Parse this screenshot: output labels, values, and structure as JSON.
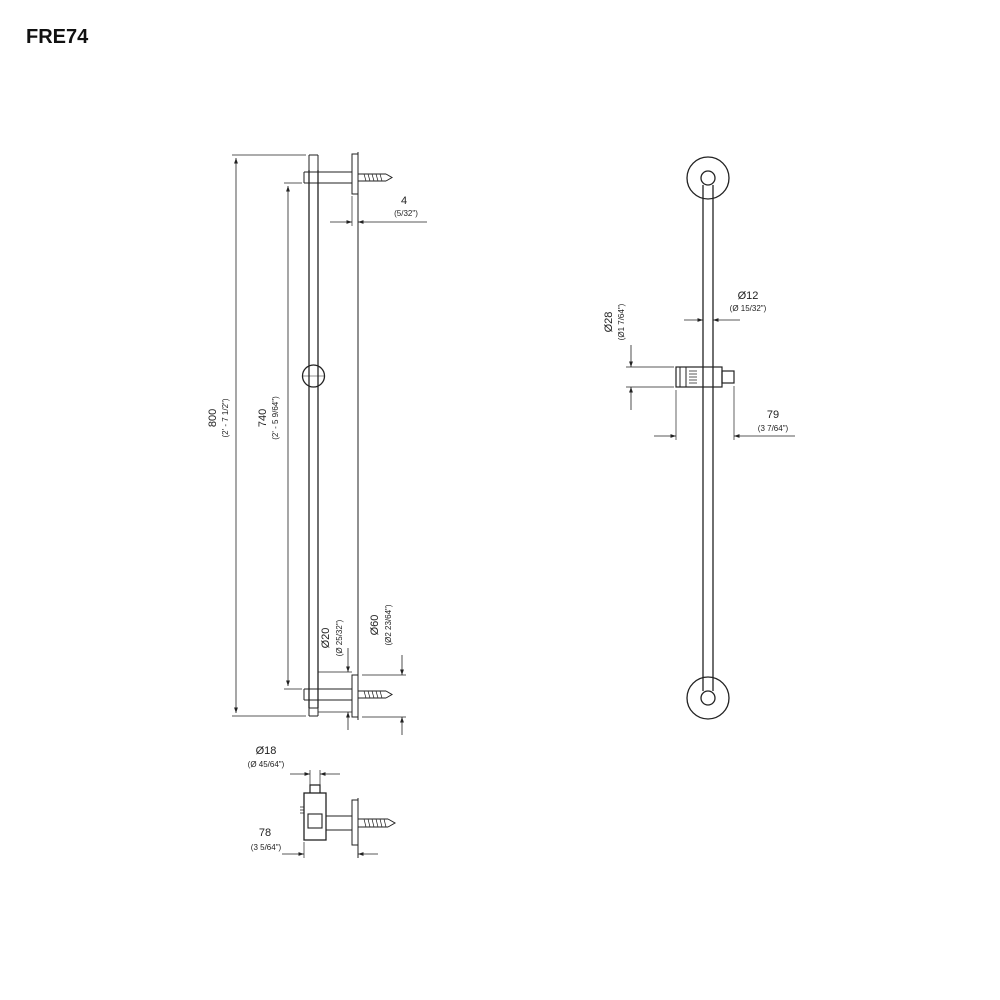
{
  "title": "FRE74",
  "side_view": {
    "height_800": {
      "value": "800",
      "imperial": "(2' - 7 1/2\")"
    },
    "length_740": {
      "value": "740",
      "imperial": "(2' - 5 9/64\")"
    },
    "offset_4": {
      "value": "4",
      "imperial": "(5/32\")"
    },
    "dia_20": {
      "value": "Ø20",
      "imperial": "(Ø 25/32\")"
    },
    "dia_60": {
      "value": "Ø60",
      "imperial": "(Ø2 23/64\")"
    }
  },
  "front_view": {
    "dia_12": {
      "value": "Ø12",
      "imperial": "(Ø 15/32\")"
    },
    "dia_28": {
      "value": "Ø28",
      "imperial": "(Ø1 7/64\")"
    },
    "width_79": {
      "value": "79",
      "imperial": "(3 7/64\")"
    }
  },
  "holder_view": {
    "dia_18": {
      "value": "Ø18",
      "imperial": "(Ø 45/64\")"
    },
    "depth_78": {
      "value": "78",
      "imperial": "(3 5/64\")"
    }
  }
}
